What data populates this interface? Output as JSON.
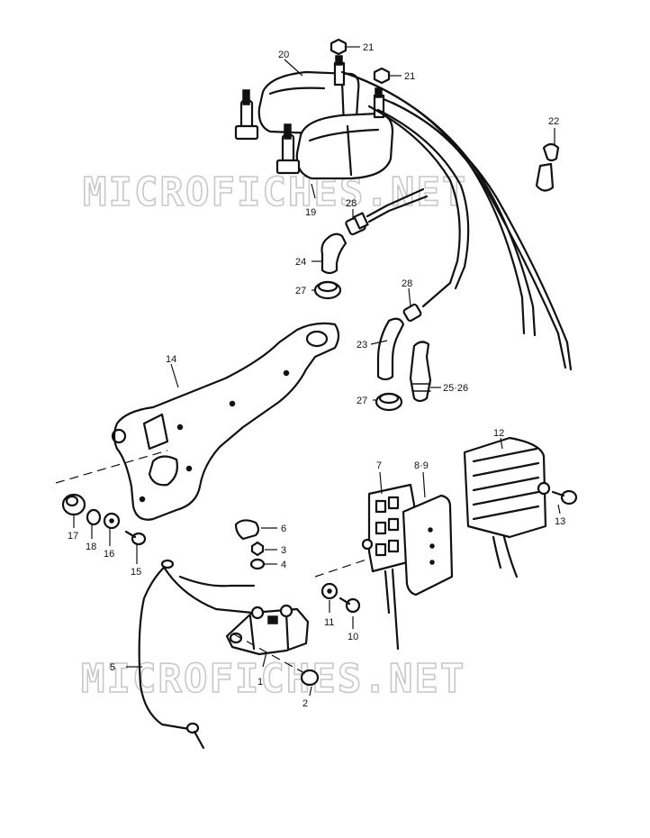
{
  "watermark": "MICROFICHES.NET",
  "callouts": {
    "c1": "1",
    "c2": "2",
    "c3": "3",
    "c4": "4",
    "c5": "5",
    "c6": "6",
    "c7": "7",
    "c89": "8·9",
    "c10": "10",
    "c11": "11",
    "c12": "12",
    "c13": "13",
    "c14": "14",
    "c15": "15",
    "c16": "16",
    "c17": "17",
    "c18": "18",
    "c19": "19",
    "c20": "20",
    "c21a": "21",
    "c21b": "21",
    "c22": "22",
    "c23": "23",
    "c24": "24",
    "c2526": "25·26",
    "c27a": "27",
    "c27b": "27",
    "c28a": "28",
    "c28b": "28"
  }
}
